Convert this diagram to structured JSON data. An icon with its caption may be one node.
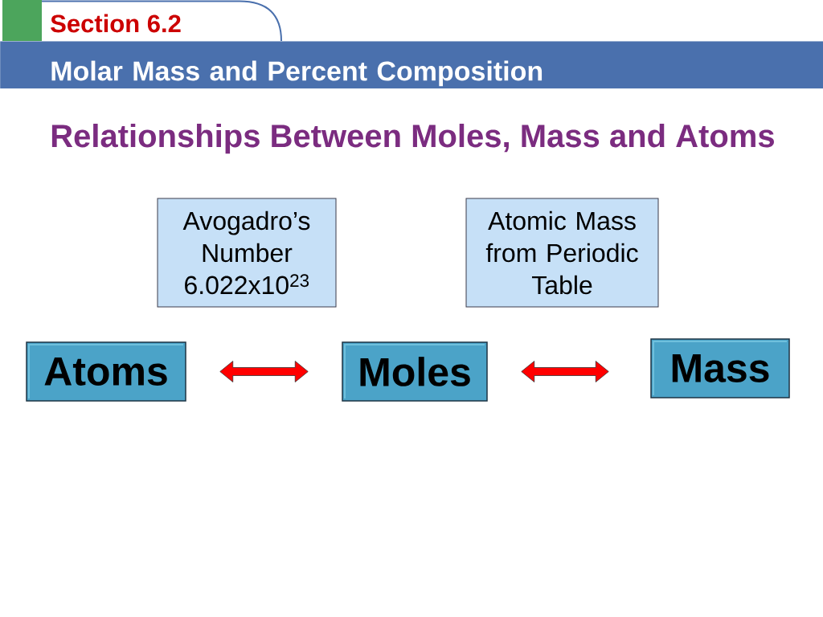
{
  "diagram": {
    "title": "Relationships Between Moles, Mass and Atoms",
    "nodes": [
      {
        "text": [
          "Section 6.2"
        ]
      },
      {
        "text": [
          "Molar Mass and Percent Composition"
        ]
      },
      {
        "text": [
          "Avogadro’s Number 6.022x10$^{23}$"
        ]
      },
      {
        "text": [
          "Atomic Mass from Periodic Table"
        ]
      },
      {
        "text": [
          "Atoms"
        ]
      },
      {
        "text": [
          "Moles"
        ]
      },
      {
        "text": [
          "Mass"
        ]
      }
    ],
    "edges": [
      {
        "from": 4,
        "to": 5,
        "arrow": "both",
        "color": "#ff0000"
      },
      {
        "from": 5,
        "to": 6,
        "arrow": "both",
        "color": "#ff0000"
      }
    ]
  }
}
